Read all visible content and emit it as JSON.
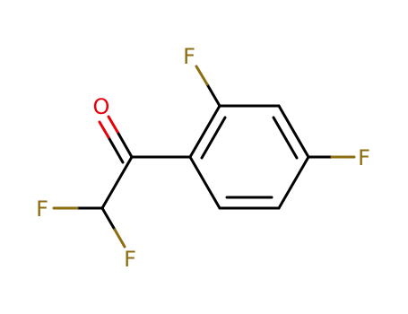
{
  "molecule": {
    "colors": {
      "bond": "#000000",
      "oxygen": "#e8000b",
      "fluorine": "#8c6d0f"
    },
    "atoms": {
      "o_label": "O",
      "f_ring_top_label": "F",
      "f_ring_right_label": "F",
      "f_chain_left_label": "F",
      "f_chain_bottom_label": "F"
    }
  }
}
